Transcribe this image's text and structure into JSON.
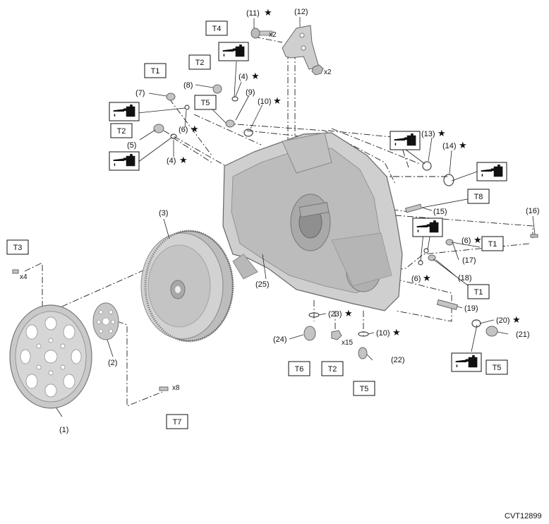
{
  "figure_id": "CVT12899",
  "star": "★",
  "callouts": {
    "c1": "(1)",
    "c2": "(2)",
    "c3": "(3)",
    "c4a": "(4)",
    "c4b": "(4)",
    "c5": "(5)",
    "c6a": "(6)",
    "c6b": "(6)",
    "c6c": "(6)",
    "c7": "(7)",
    "c8": "(8)",
    "c9": "(9)",
    "c10a": "(10)",
    "c10b": "(10)",
    "c11": "(11)",
    "c12": "(12)",
    "c13": "(13)",
    "c14": "(14)",
    "c15": "(15)",
    "c16": "(16)",
    "c17": "(17)",
    "c18": "(18)",
    "c19": "(19)",
    "c20": "(20)",
    "c21": "(21)",
    "c22": "(22)",
    "c23": "(23)",
    "c24": "(24)",
    "c25": "(25)"
  },
  "quantities": {
    "q11": "x2",
    "q12": "x2",
    "t3": "x4",
    "t7": "x8",
    "bolts": "x15"
  },
  "torque_labels": {
    "t4": "T4",
    "t2a": "T2",
    "t1a": "T1",
    "t5a": "T5",
    "t2b": "T2",
    "t3": "T3",
    "t7": "T7",
    "t8": "T8",
    "t1b": "T1",
    "t1c": "T1",
    "t6": "T6",
    "t2c": "T2",
    "t5b": "T5",
    "t5c": "T5"
  },
  "icons": {
    "oil": "oil-can-icon",
    "star": "star-icon"
  },
  "colors": {
    "part_fill": "#d4d4d4",
    "part_dark": "#9a9a9a",
    "line": "#222222"
  }
}
